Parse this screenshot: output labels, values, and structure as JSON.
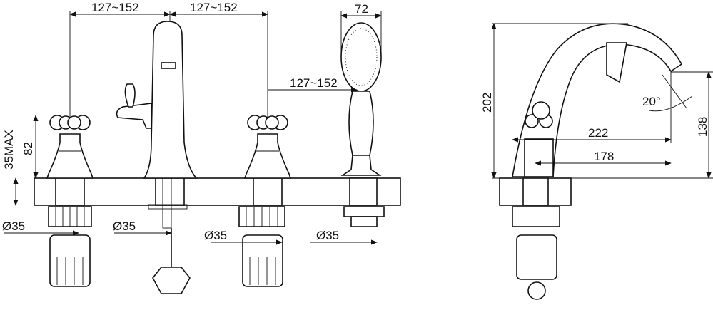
{
  "dimensions": {
    "top_left_spacing": "127~152",
    "top_right_spacing": "127~152",
    "shower_spacing": "127~152",
    "shower_head_width": "72",
    "handle_height": "82",
    "counter_max": "35MAX",
    "hole_1": "Ø35",
    "hole_2": "Ø35",
    "hole_3": "Ø35",
    "hole_4": "Ø35",
    "total_height": "202",
    "spout_angle": "20°",
    "spout_reach_outer": "222",
    "spout_reach_inner": "178",
    "spout_height": "138"
  }
}
